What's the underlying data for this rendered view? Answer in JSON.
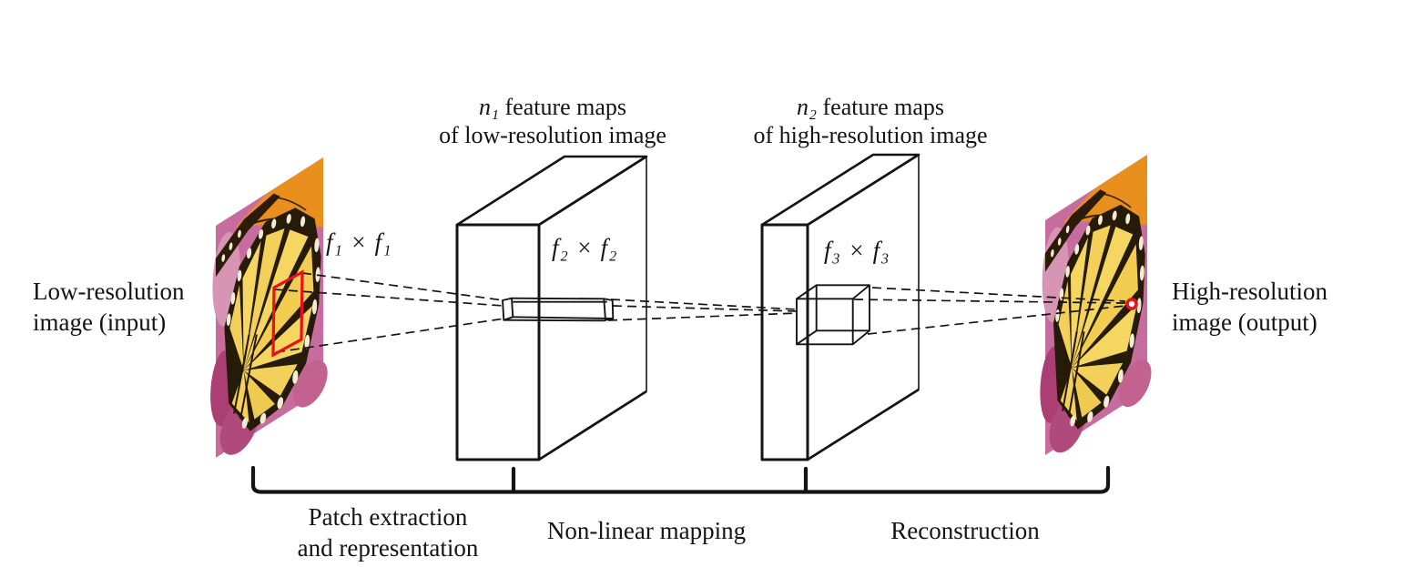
{
  "figure": {
    "description": "SRCNN super-resolution network architecture diagram",
    "labels": {
      "input": {
        "line1": "Low-resolution",
        "line2": "image (input)"
      },
      "output": {
        "line1": "High-resolution",
        "line2": "image (output)"
      },
      "n1": {
        "var": "n₁",
        "rest": " feature maps",
        "line2": "of low-resolution image"
      },
      "n2": {
        "var": "n₂",
        "rest": " feature maps",
        "line2": "of high-resolution image"
      },
      "f1": "f₁ × f₁",
      "f2": "f₂ × f₂",
      "f3": "f₃ × f₃",
      "stage1": {
        "line1": "Patch extraction",
        "line2": "and representation"
      },
      "stage2": "Non-linear mapping",
      "stage3": "Reconstruction"
    },
    "colors": {
      "background": "#ffffff",
      "line": "#141414",
      "highlight_red": "#e8101c",
      "butterfly_pink": "#c76c9e",
      "butterfly_orange": "#e98f1e",
      "butterfly_yellow": "#f2d05a",
      "butterfly_black": "#261a08",
      "butterfly_spot": "#f3ecd4"
    }
  }
}
